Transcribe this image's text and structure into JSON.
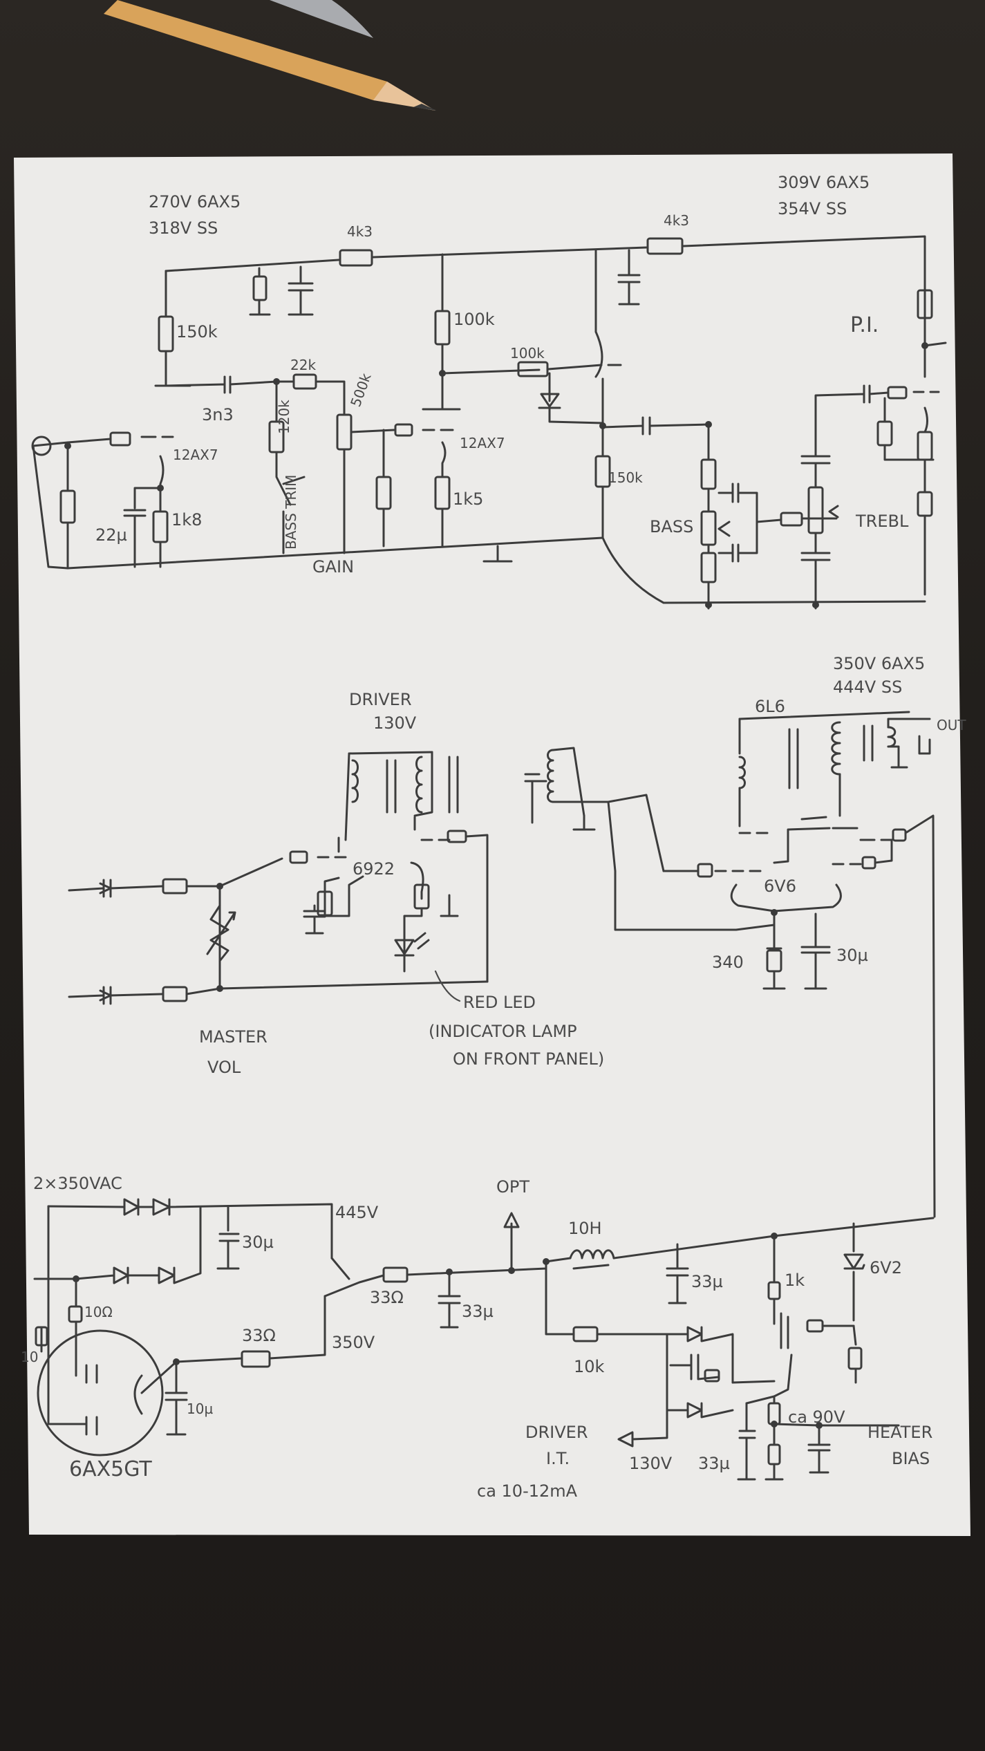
{
  "colors": {
    "paper": "#ecebe9",
    "ink": "#3c3c3c",
    "table": "#231f1c",
    "pencil": "#d9a35a"
  },
  "preamp": {
    "supply_top_left": [
      "270V 6AX5",
      "318V SS"
    ],
    "supply_top_right": [
      "309V 6AX5",
      "354V SS"
    ],
    "r_4k3_left": "4k3",
    "r_4k3_right": "4k3",
    "r_150k_plate": "150k",
    "c_3n3": "3n3",
    "tube_v1": "12AX7",
    "r_1k8": "1k8",
    "c_22u": "22µ",
    "r_22k": "22k",
    "r_120k": "120k",
    "bass_trim": "BASS TRIM",
    "pot_500k": "500k",
    "gain": "GAIN",
    "r_100k_plate": "100k",
    "r_100k_grid": "100k",
    "tube_v2": "12AX7",
    "r_1k5": "1k5",
    "r_150k_cathode": "150k",
    "bass": "BASS",
    "treble": "TREBL",
    "pi": "P.I."
  },
  "power_amp": {
    "driver": [
      "DRIVER",
      "130V"
    ],
    "tube_6922": "6922",
    "master_vol": [
      "MASTER",
      "VOL"
    ],
    "red_led": [
      "RED LED",
      "(INDICATOR LAMP",
      "ON FRONT PANEL)"
    ],
    "supply_out": [
      "350V 6AX5",
      "444V SS"
    ],
    "tube_6L6": "6L6",
    "tube_6V6": "6V6",
    "out": "OUT",
    "r_340": "340",
    "c_30u": "30µ"
  },
  "psu": {
    "mains": "2×350VAC",
    "v_445": "445V",
    "c_30u": "30µ",
    "opt": "OPT",
    "choke": "10H",
    "r_33_a": "33Ω",
    "c_33u_a": "33µ",
    "c_33u_b": "33µ",
    "r_10_a": "10Ω",
    "r_10_b": "10",
    "r_33_b": "33Ω",
    "v_350": "350V",
    "c_10u": "10µ",
    "rectifier": "6AX5GT",
    "r_10k": "10k",
    "r_1k": "1k",
    "zener": "6V2",
    "heater_bias": [
      "HEATER",
      "BIAS"
    ],
    "v_ca90": "ca 90V",
    "driver_it": [
      "DRIVER",
      "I.T."
    ],
    "v_130": "130V",
    "c_33u_c": "33µ",
    "current": "ca 10-12mA"
  }
}
